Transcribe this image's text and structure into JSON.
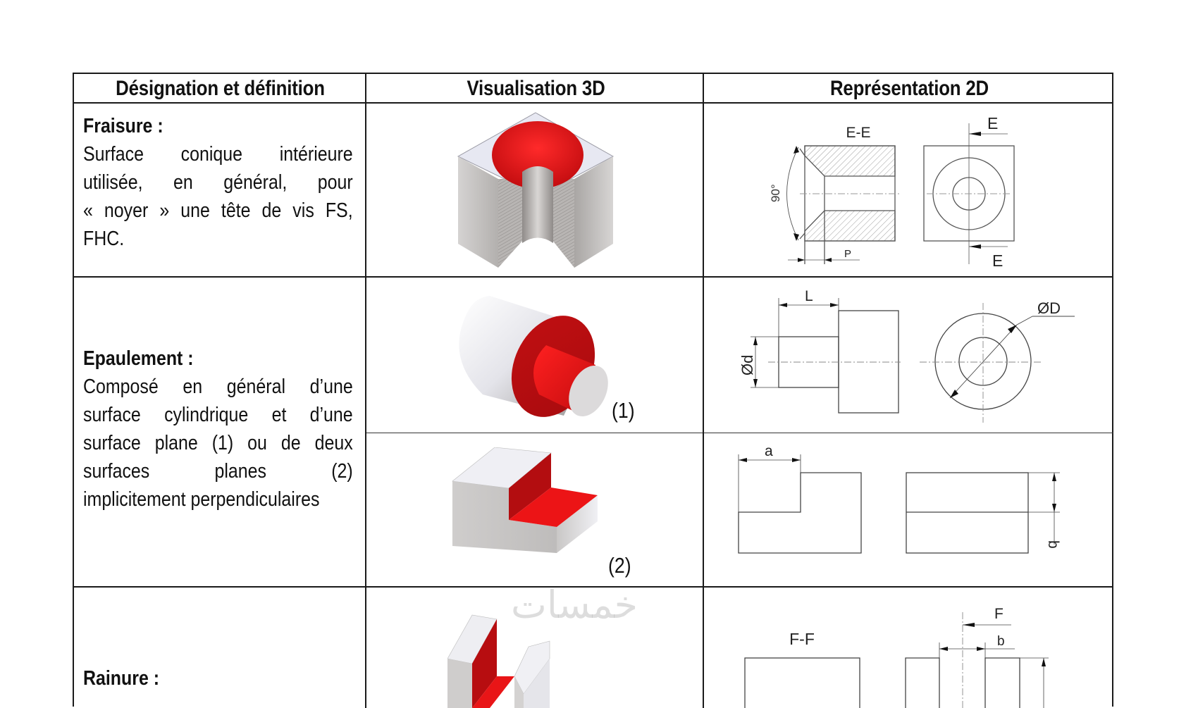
{
  "table": {
    "headers": [
      "Désignation et définition",
      "Visualisation 3D",
      "Représentation 2D"
    ],
    "rows": [
      {
        "title": "Fraisure :",
        "lines": [
          "Surface conique intérieure",
          "utilisée, en général, pour",
          "« noyer » une tête de vis FS,",
          "FHC."
        ],
        "drawing_labels": {
          "section": "E-E",
          "angle": "90°",
          "depth": "P",
          "cut_top": "E",
          "cut_bottom": "E"
        }
      },
      {
        "title": "Epaulement :",
        "lines": [
          "Composé en général d’une",
          "surface cylindrique et d’une",
          "surface plane (1) ou de deux",
          "surfaces planes (2)",
          "implicitement perpendiculaires"
        ],
        "variants": [
          {
            "caption": "(1)",
            "drawing_labels": {
              "length": "L",
              "small_diameter": "Ød",
              "large_diameter": "ØD"
            }
          },
          {
            "caption": "(2)",
            "drawing_labels": {
              "width": "a",
              "height": "b"
            }
          }
        ]
      },
      {
        "title": "Rainure :",
        "drawing_labels": {
          "section": "F-F",
          "cut": "F",
          "width": "b"
        }
      }
    ]
  },
  "watermark": "خمسات",
  "colors": {
    "highlight": "#e3161a",
    "border": "#1a1a1a",
    "metal": "#c9c7c6"
  }
}
